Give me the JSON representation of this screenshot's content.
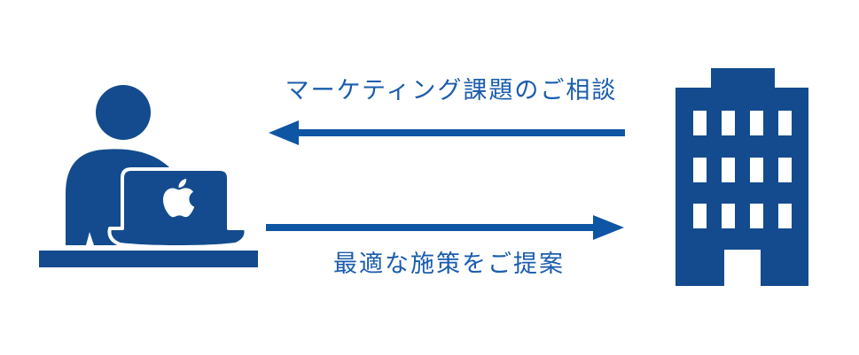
{
  "colors": {
    "icon": "#134b8e",
    "arrow": "#0e55a4",
    "text": "#1a5cad",
    "background": "#ffffff"
  },
  "diagram": {
    "left_icon": "person-at-laptop-icon",
    "right_icon": "office-building-icon",
    "flows": [
      {
        "label": "マーケティング課題のご相談",
        "direction": "right-to-left"
      },
      {
        "label": "最適な施策をご提案",
        "direction": "left-to-right"
      }
    ]
  }
}
